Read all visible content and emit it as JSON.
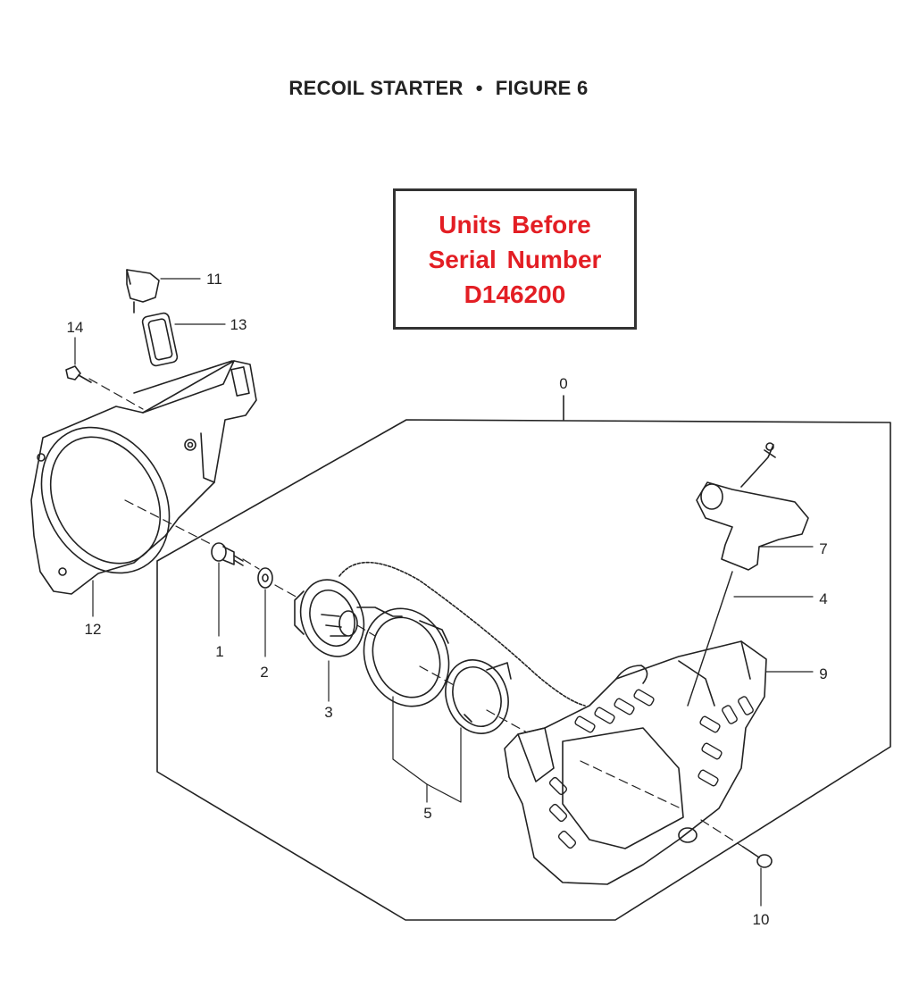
{
  "title": {
    "left": "RECOIL STARTER",
    "separator": "•",
    "right": "FIGURE 6"
  },
  "notice": {
    "lines": [
      "Units Before",
      "Serial Number",
      "D146200"
    ],
    "color": "#e31e24"
  },
  "callouts": {
    "p0": "0",
    "p1": "1",
    "p2": "2",
    "p3": "3",
    "p4": "4",
    "p5": "5",
    "p7": "7",
    "p9": "9",
    "p10": "10",
    "p11": "11",
    "p12": "12",
    "p13": "13",
    "p14": "14"
  }
}
